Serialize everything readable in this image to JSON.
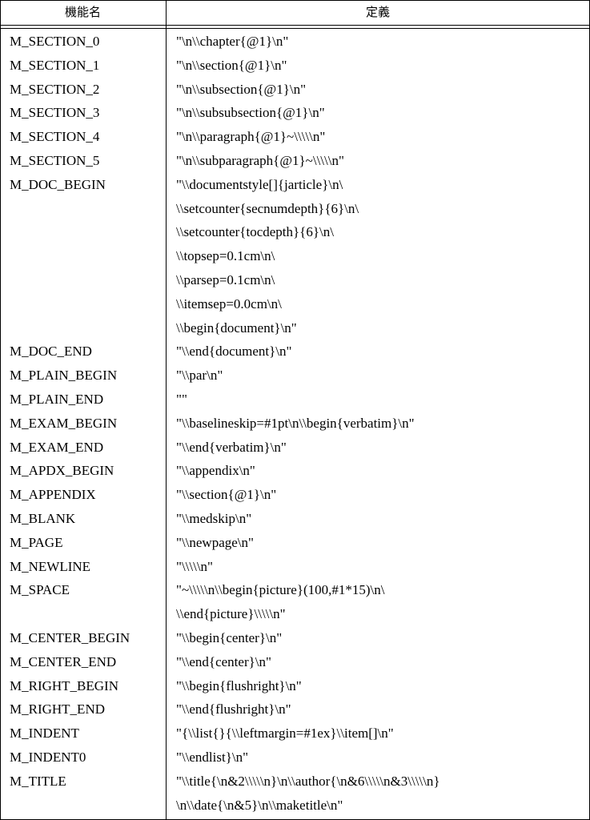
{
  "header": {
    "col_name": "機能名",
    "col_def": "定義"
  },
  "rows": [
    {
      "name": "M_SECTION_0",
      "def": [
        "\"\\n\\\\chapter{@1}\\n\""
      ]
    },
    {
      "name": "M_SECTION_1",
      "def": [
        "\"\\n\\\\section{@1}\\n\""
      ]
    },
    {
      "name": "M_SECTION_2",
      "def": [
        "\"\\n\\\\subsection{@1}\\n\""
      ]
    },
    {
      "name": "M_SECTION_3",
      "def": [
        "\"\\n\\\\subsubsection{@1}\\n\""
      ]
    },
    {
      "name": "M_SECTION_4",
      "def": [
        "\"\\n\\\\paragraph{@1}~\\\\\\\\\\n\""
      ]
    },
    {
      "name": "M_SECTION_5",
      "def": [
        "\"\\n\\\\subparagraph{@1}~\\\\\\\\\\n\""
      ]
    },
    {
      "name": "M_DOC_BEGIN",
      "def": [
        "\"\\\\documentstyle[]{jarticle}\\n\\",
        "\\\\setcounter{secnumdepth}{6}\\n\\",
        "\\\\setcounter{tocdepth}{6}\\n\\",
        "\\\\topsep=0.1cm\\n\\",
        "\\\\parsep=0.1cm\\n\\",
        "\\\\itemsep=0.0cm\\n\\",
        "\\\\begin{document}\\n\""
      ]
    },
    {
      "name": "M_DOC_END",
      "def": [
        "\"\\\\end{document}\\n\""
      ]
    },
    {
      "name": "M_PLAIN_BEGIN",
      "def": [
        "\"\\\\par\\n\""
      ]
    },
    {
      "name": "M_PLAIN_END",
      "def": [
        "\"\""
      ]
    },
    {
      "name": "M_EXAM_BEGIN",
      "def": [
        "\"\\\\baselineskip=#1pt\\n\\\\begin{verbatim}\\n\""
      ]
    },
    {
      "name": "M_EXAM_END",
      "def": [
        "\"\\\\end{verbatim}\\n\""
      ]
    },
    {
      "name": "M_APDX_BEGIN",
      "def": [
        "\"\\\\appendix\\n\""
      ]
    },
    {
      "name": "M_APPENDIX",
      "def": [
        "\"\\\\section{@1}\\n\""
      ]
    },
    {
      "name": "M_BLANK",
      "def": [
        "\"\\\\medskip\\n\""
      ]
    },
    {
      "name": "M_PAGE",
      "def": [
        "\"\\\\newpage\\n\""
      ]
    },
    {
      "name": "M_NEWLINE",
      "def": [
        "\"\\\\\\\\\\n\""
      ]
    },
    {
      "name": "M_SPACE",
      "def": [
        "\"~\\\\\\\\\\n\\\\begin{picture}(100,#1*15)\\n\\",
        "\\\\end{picture}\\\\\\\\\\n\""
      ]
    },
    {
      "name": "M_CENTER_BEGIN",
      "def": [
        "\"\\\\begin{center}\\n\""
      ]
    },
    {
      "name": "M_CENTER_END",
      "def": [
        "\"\\\\end{center}\\n\""
      ]
    },
    {
      "name": "M_RIGHT_BEGIN",
      "def": [
        "\"\\\\begin{flushright}\\n\""
      ]
    },
    {
      "name": "M_RIGHT_END",
      "def": [
        "\"\\\\end{flushright}\\n\""
      ]
    },
    {
      "name": "M_INDENT",
      "def": [
        "\"{\\\\list{}{\\\\leftmargin=#1ex}\\\\item[]\\n\""
      ]
    },
    {
      "name": "M_INDENT0",
      "def": [
        "\"\\\\endlist}\\n\""
      ]
    },
    {
      "name": "M_TITLE",
      "def": [
        "\"\\\\title{\\n&2\\\\\\\\\\n}\\n\\\\author{\\n&6\\\\\\\\\\n&3\\\\\\\\\\n}",
        "\\n\\\\date{\\n&5}\\n\\\\maketitle\\n\""
      ]
    }
  ]
}
